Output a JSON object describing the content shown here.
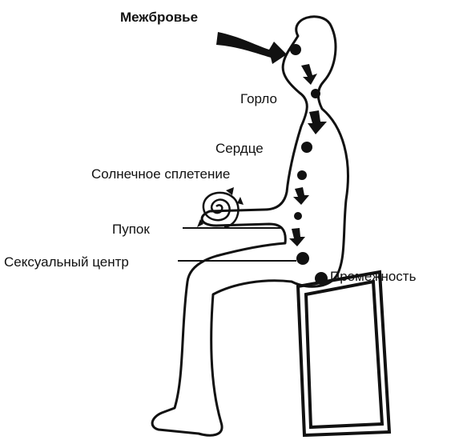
{
  "labels": {
    "brow": "Межбровье",
    "throat": "Горло",
    "heart": "Сердце",
    "solar": "Солнечное сплетение",
    "navel": "Пупок",
    "sexual": "Сексуальный центр",
    "perineum": "Промежность"
  },
  "colors": {
    "ink": "#111111",
    "background": "#ffffff"
  }
}
